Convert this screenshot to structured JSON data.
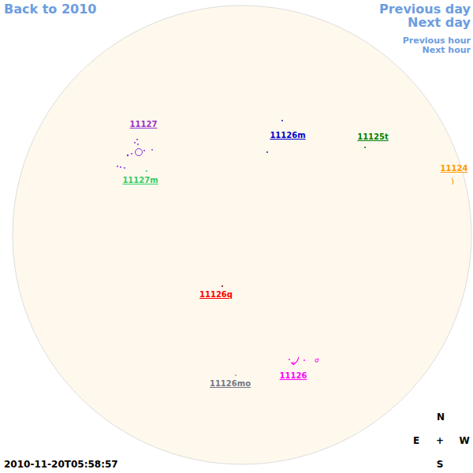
{
  "diagram": {
    "labels": [
      "Back to 2010",
      "Previous day",
      "Next day",
      "Previous hour",
      "Next hour",
      "11127",
      "11127m",
      "11126m",
      "11125t",
      "11124",
      "11126q",
      "11126",
      "11126mo",
      "N",
      "E",
      "+",
      "W",
      "S",
      "2010-11-20T05:58:57"
    ]
  }
}
